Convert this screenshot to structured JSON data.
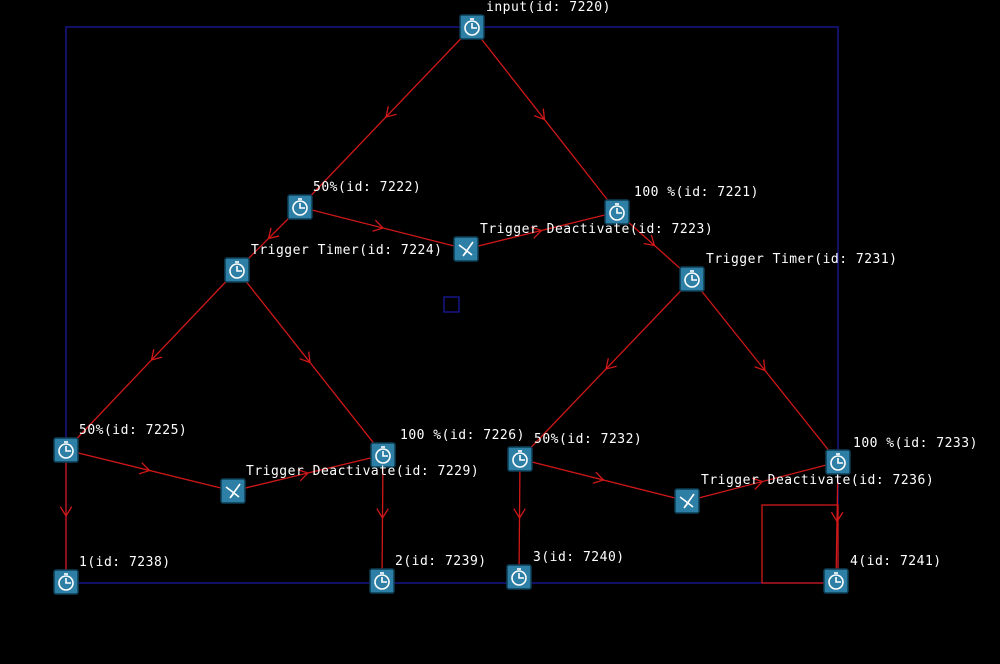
{
  "diagram": {
    "colors": {
      "background": "#000000",
      "bounds": "#1a1aa8",
      "edge": "#d01818",
      "node": "#2d7fa6",
      "label": "#ffffff",
      "selection": "#d01818"
    },
    "nodes": [
      {
        "id": "n7220",
        "label": "input(id: 7220)",
        "icon": "timer-icon"
      },
      {
        "id": "n7222",
        "label": "50%(id: 7222)",
        "icon": "timer-icon"
      },
      {
        "id": "n7221",
        "label": "100 %(id: 7221)",
        "icon": "timer-icon"
      },
      {
        "id": "n7223",
        "label": "Trigger Deactivate(id: 7223)",
        "icon": "deactivate-icon"
      },
      {
        "id": "n7224",
        "label": "Trigger Timer(id: 7224)",
        "icon": "timer-icon"
      },
      {
        "id": "n7231",
        "label": "Trigger Timer(id: 7231)",
        "icon": "timer-icon"
      },
      {
        "id": "n7225",
        "label": "50%(id: 7225)",
        "icon": "timer-icon"
      },
      {
        "id": "n7226",
        "label": "100 %(id: 7226)",
        "icon": "timer-icon"
      },
      {
        "id": "n7229",
        "label": "Trigger Deactivate(id: 7229)",
        "icon": "deactivate-icon"
      },
      {
        "id": "n7232",
        "label": "50%(id: 7232)",
        "icon": "timer-icon"
      },
      {
        "id": "n7233",
        "label": "100 %(id: 7233)",
        "icon": "timer-icon"
      },
      {
        "id": "n7236",
        "label": "Trigger Deactivate(id: 7236)",
        "icon": "deactivate-icon"
      },
      {
        "id": "n7238",
        "label": "1(id: 7238)",
        "icon": "timer-icon"
      },
      {
        "id": "n7239",
        "label": "2(id: 7239)",
        "icon": "timer-icon"
      },
      {
        "id": "n7240",
        "label": "3(id: 7240)",
        "icon": "timer-icon"
      },
      {
        "id": "n7241",
        "label": "4(id: 7241)",
        "icon": "timer-icon"
      }
    ],
    "edges": [
      [
        "n7220",
        "n7222"
      ],
      [
        "n7220",
        "n7221"
      ],
      [
        "n7222",
        "n7223"
      ],
      [
        "n7223",
        "n7221"
      ],
      [
        "n7222",
        "n7224"
      ],
      [
        "n7221",
        "n7231"
      ],
      [
        "n7224",
        "n7225"
      ],
      [
        "n7224",
        "n7226"
      ],
      [
        "n7225",
        "n7229"
      ],
      [
        "n7229",
        "n7226"
      ],
      [
        "n7231",
        "n7232"
      ],
      [
        "n7231",
        "n7233"
      ],
      [
        "n7232",
        "n7236"
      ],
      [
        "n7236",
        "n7233"
      ],
      [
        "n7225",
        "n7238"
      ],
      [
        "n7226",
        "n7239"
      ],
      [
        "n7232",
        "n7240"
      ],
      [
        "n7233",
        "n7241"
      ]
    ]
  }
}
